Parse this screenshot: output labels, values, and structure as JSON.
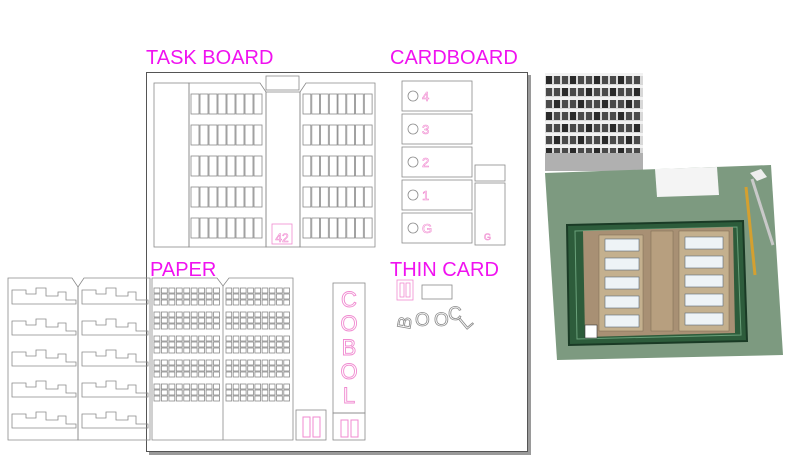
{
  "sections": {
    "task_board": "TASK BOARD",
    "cardboard": "CARDBOARD",
    "paper": "PAPER",
    "thin_card": "THIN CARD"
  },
  "parts": {
    "floor_number": "42",
    "sign_letters": [
      "C",
      "O",
      "B",
      "O",
      "L"
    ],
    "cardboard_floors": [
      "4",
      "3",
      "2",
      "1",
      "G"
    ],
    "thin_card_letters": [
      "B",
      "O",
      "O",
      "C",
      "L"
    ],
    "small_label": "G"
  },
  "colors": {
    "label_magenta": "#f012f0",
    "line_gray": "#8a8a8a",
    "cut_pink": "#f08ad0"
  }
}
